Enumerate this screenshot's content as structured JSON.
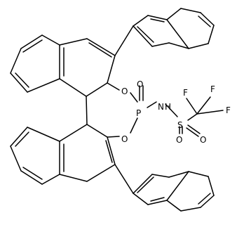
{
  "molecule": {
    "atoms": {
      "O_top": "O",
      "O_bottom": "O",
      "P": "P",
      "O_double": "O",
      "N": "N",
      "H": "H",
      "S": "S",
      "S_O1": "O",
      "S_O2": "O",
      "F1": "F",
      "F2": "F",
      "F3": "F"
    }
  }
}
